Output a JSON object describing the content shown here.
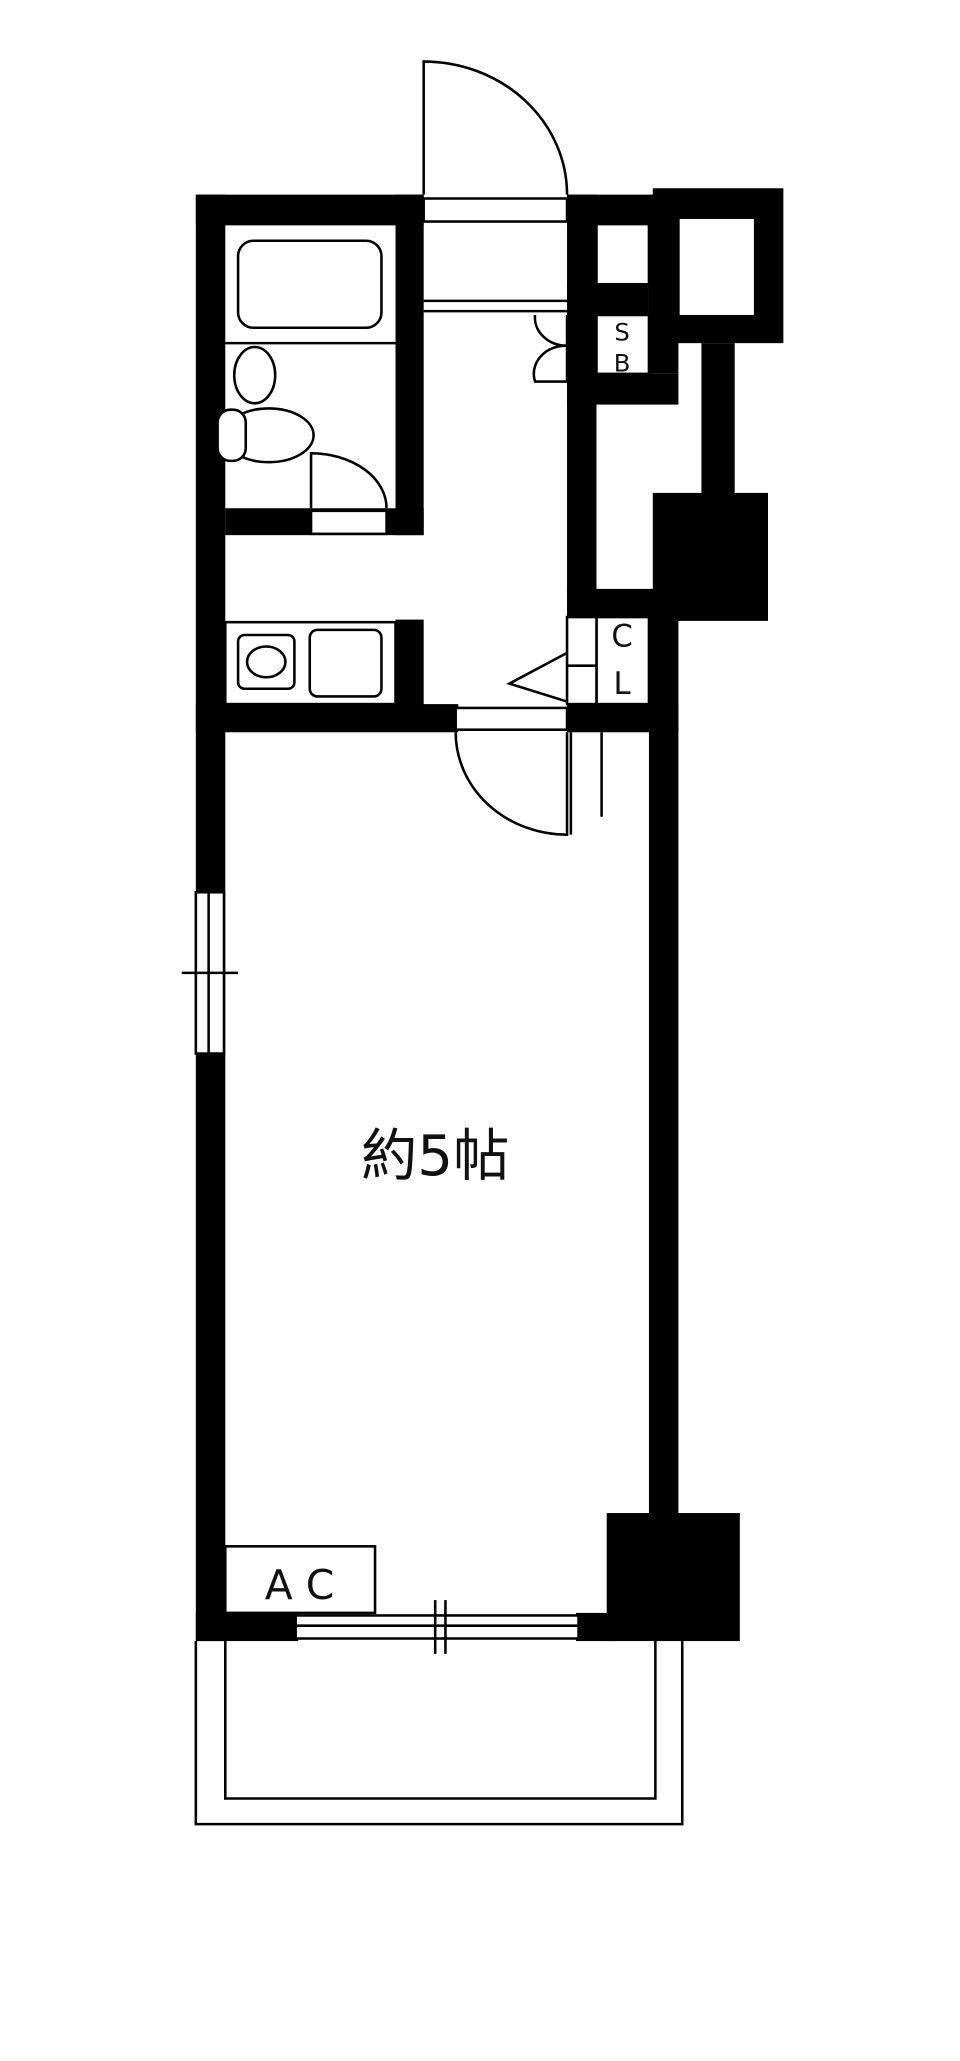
{
  "floorplan": {
    "room_label": "約5帖",
    "closet_label_1": "C",
    "closet_label_2": "L",
    "shoe_box_label_1": "S",
    "shoe_box_label_2": "B",
    "aircon_label": "A C"
  },
  "colors": {
    "wall": "#000000",
    "background": "#ffffff"
  }
}
